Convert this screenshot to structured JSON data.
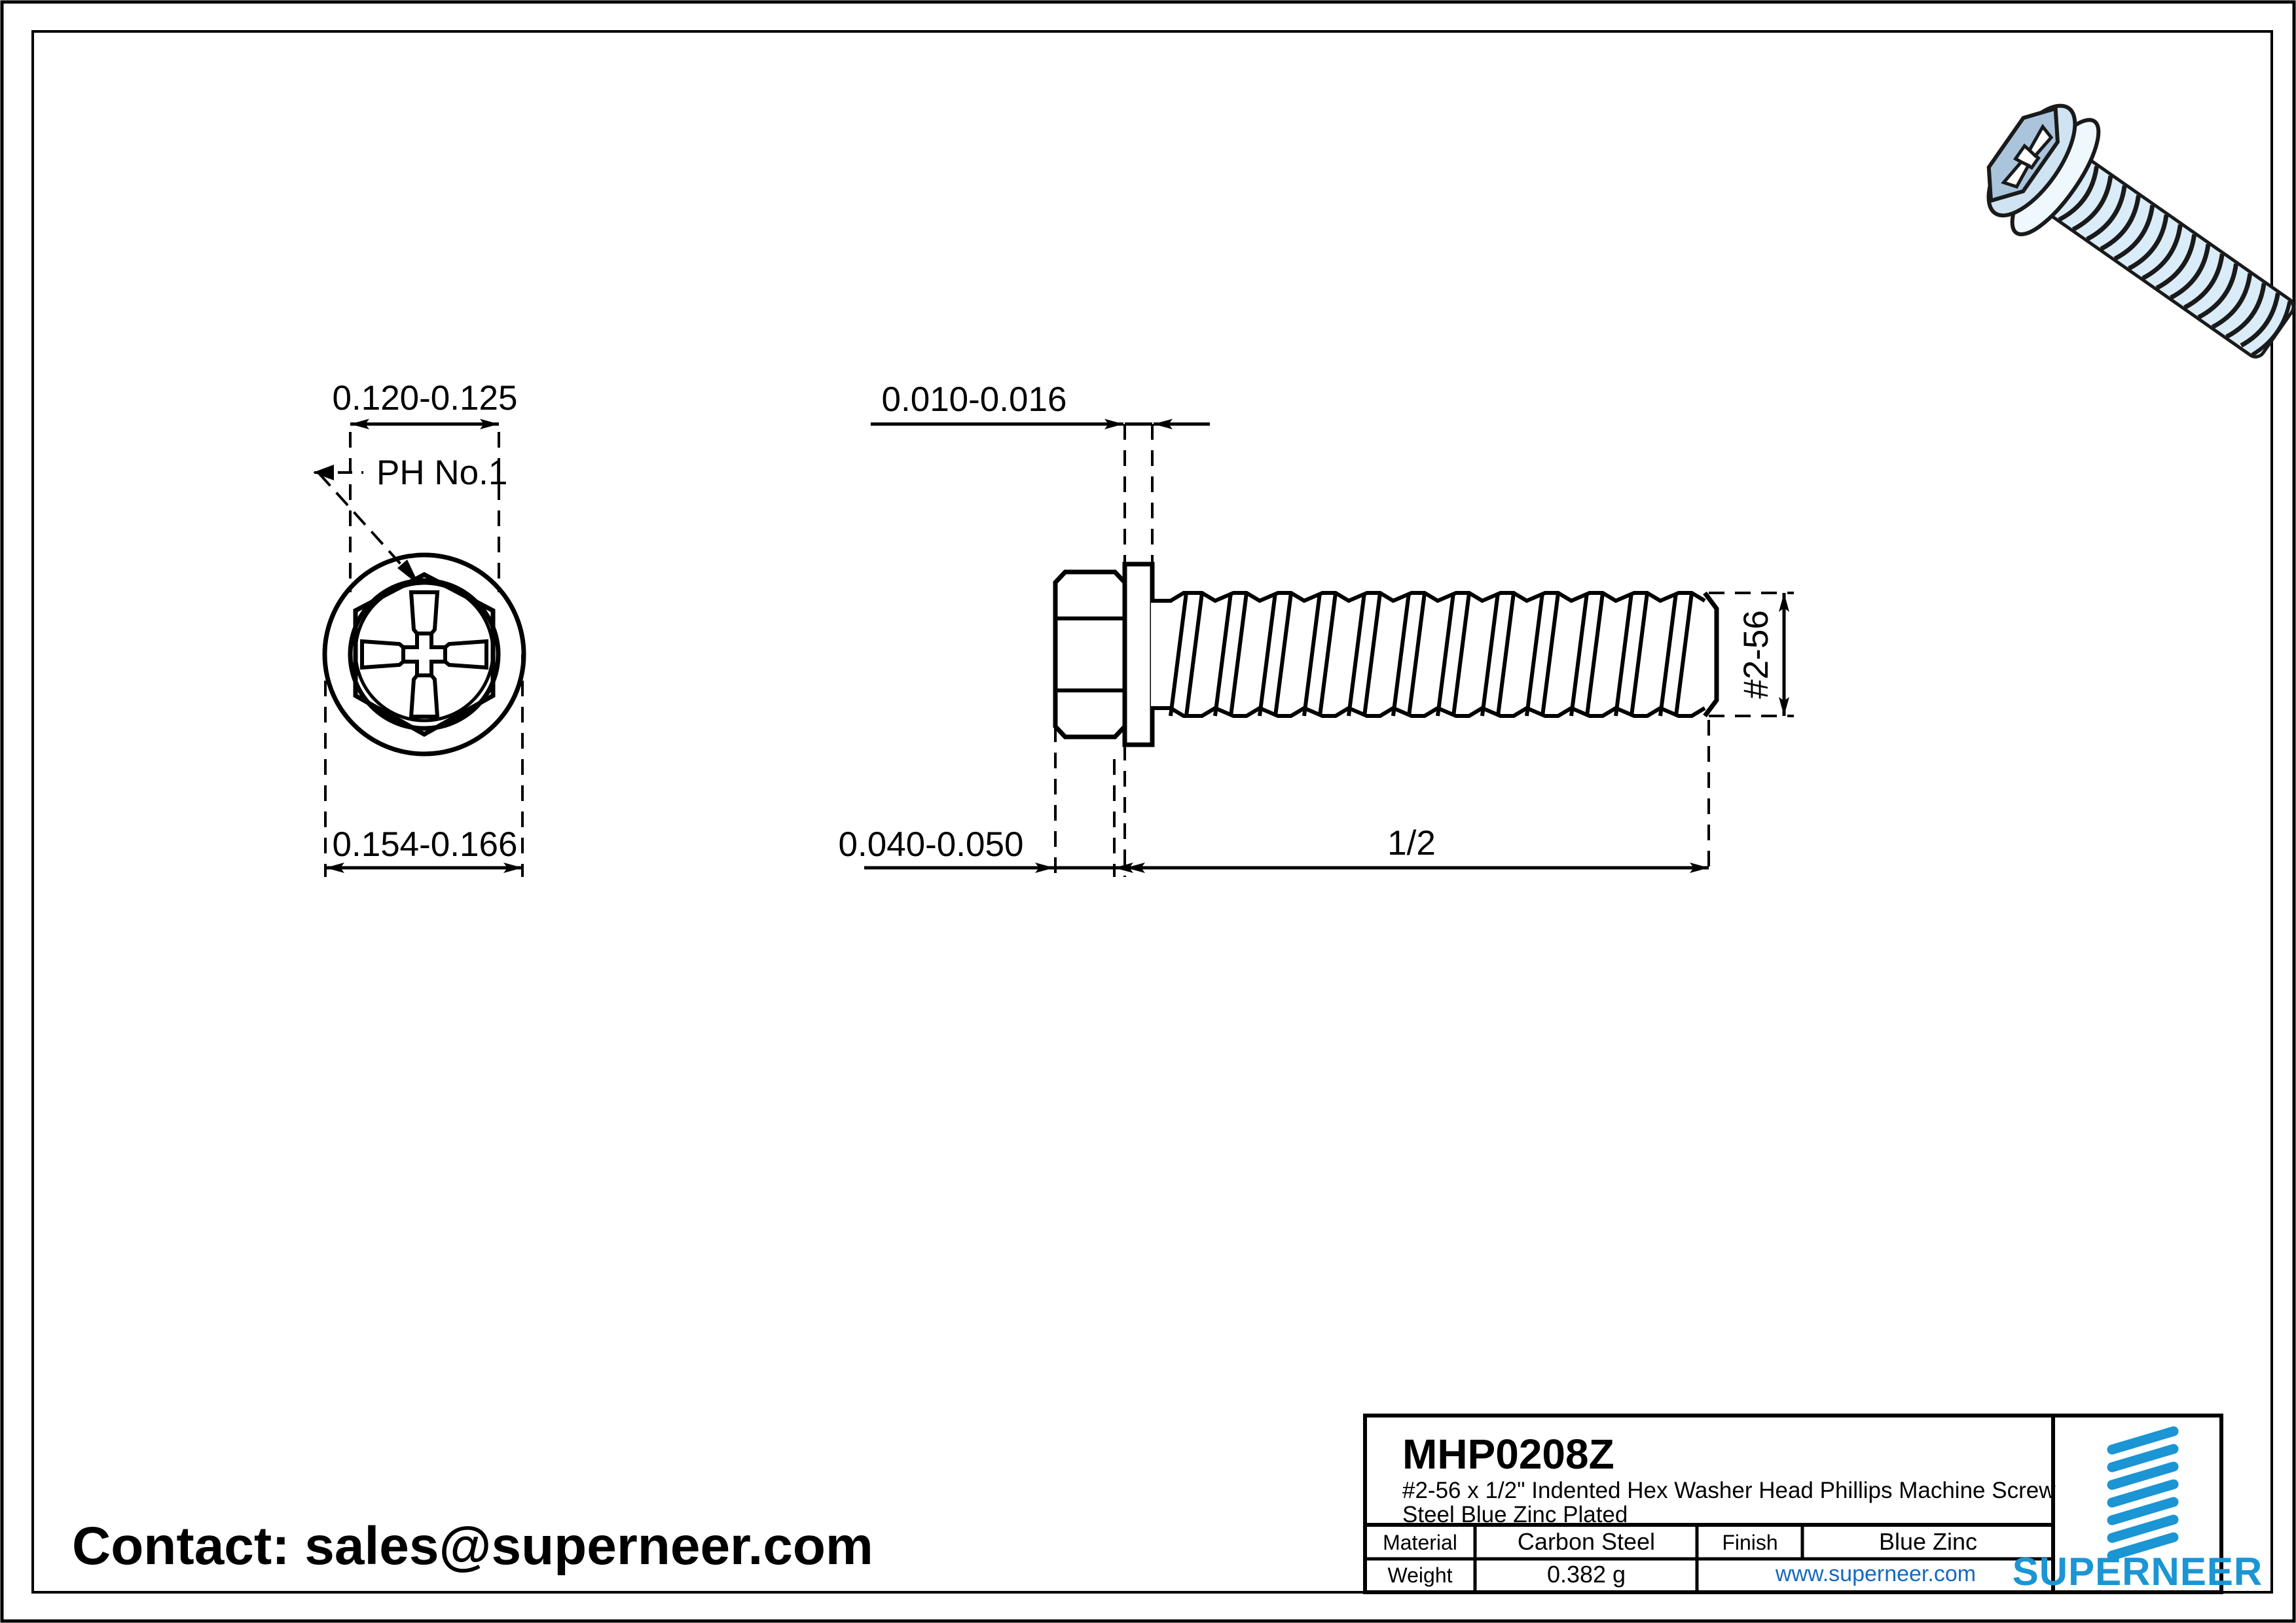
{
  "drawing": {
    "part_number": "MHP0208Z",
    "description_line1": "#2-56 x 1/2\" Indented Hex Washer Head Phillips  Machine Screw",
    "description_line2": "Steel Blue Zinc Plated",
    "contact": "Contact: sales@superneer.com"
  },
  "views": {
    "front": {
      "name": "front-view-head",
      "dimensions": {
        "head_height": "0.120-0.125",
        "washer_diameter": "0.154-0.166",
        "driver_callout": "PH No.1"
      }
    },
    "side": {
      "name": "side-view-screw",
      "dimensions": {
        "washer_thickness": "0.010-0.016",
        "head_thickness": "0.040-0.050",
        "thread_length": "1/2",
        "thread_spec": "#2-56"
      }
    }
  },
  "title_block": {
    "material_label": "Material",
    "material_value": "Carbon Steel",
    "finish_label": "Finish",
    "finish_value": "Blue Zinc",
    "weight_label": "Weight",
    "weight_value": "0.382 g",
    "website": "www.superneer.com"
  },
  "logo": {
    "brand": "SUPERNEER",
    "icon": "stripes-parallelogram-icon"
  },
  "colors": {
    "line": "#000000",
    "brand_blue": "#1B95D4",
    "link_blue": "#1569C0",
    "render_body": "#d9ecf7",
    "render_shade": "#aac4dc",
    "render_light": "#eef8fd"
  }
}
